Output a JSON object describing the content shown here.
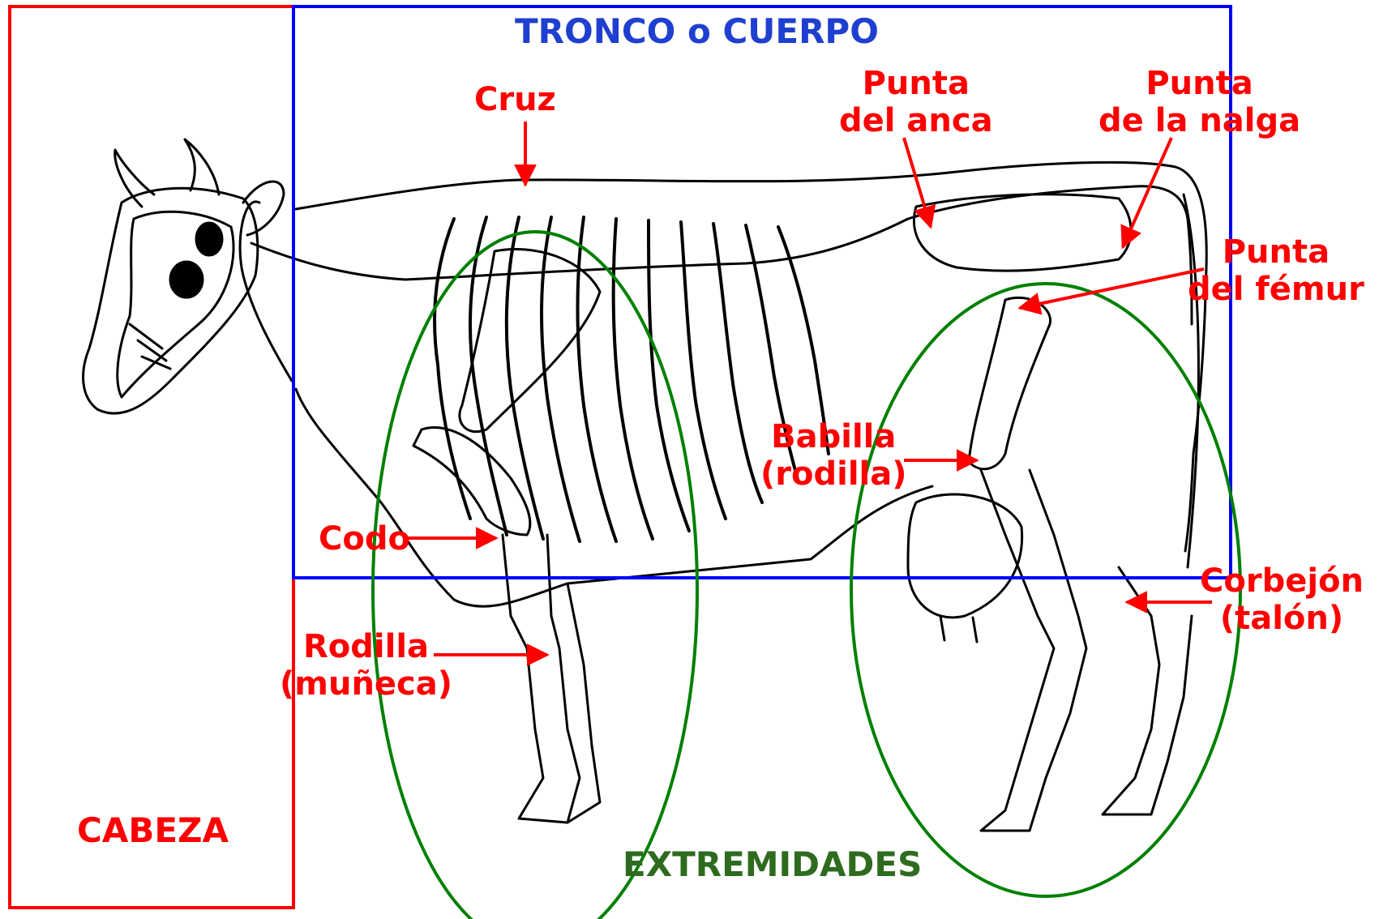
{
  "regions": {
    "head": "CABEZA",
    "trunk": "TRONCO o CUERPO",
    "limbs": "EXTREMIDADES"
  },
  "labels": {
    "cruz": "Cruz",
    "punta_anca": [
      "Punta",
      "del anca"
    ],
    "punta_nalga": [
      "Punta",
      "de la nalga"
    ],
    "punta_femur": [
      "Punta",
      "del fémur"
    ],
    "babilla": [
      "Babilla",
      "(rodilla)"
    ],
    "codo": "Codo",
    "rodilla": [
      "Rodilla",
      "(muñeca)"
    ],
    "corbejon": [
      "Corbejón",
      "(talón)"
    ]
  },
  "colors": {
    "head_box": "#ff0000",
    "trunk_box": "#0000ff",
    "limb_ellipse": "#008000",
    "labels": "#ff0000",
    "limbs_text": "#2e6b1f",
    "drawing": "#000000"
  }
}
